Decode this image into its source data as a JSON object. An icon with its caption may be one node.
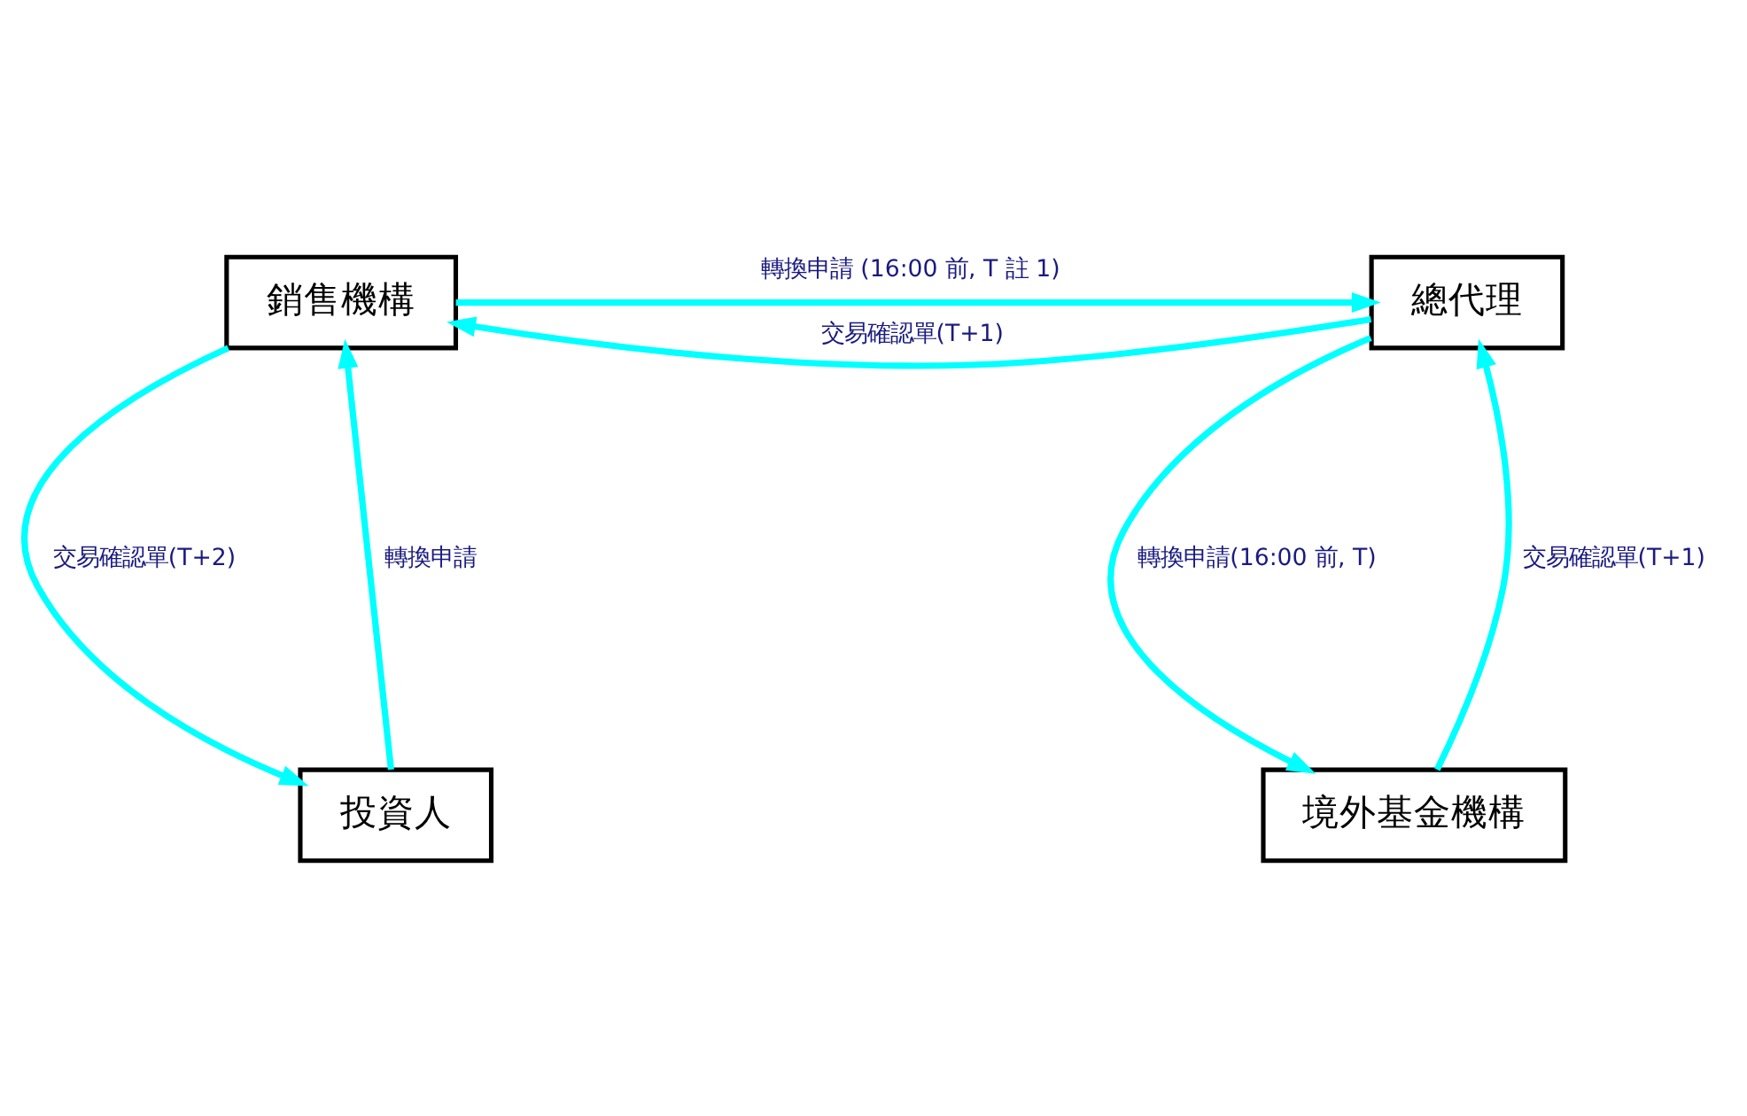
{
  "diagram": {
    "nodes": [
      {
        "text": [
          "銷售機構"
        ]
      },
      {
        "text": [
          "總代理"
        ]
      },
      {
        "text": [
          "投資人"
        ]
      },
      {
        "text": [
          "境外基金機構"
        ]
      }
    ],
    "edges": [
      {
        "from": 0,
        "to": 1,
        "arrow": "to",
        "label": "轉換申請 (16:00 前, T 註 1)"
      },
      {
        "from": 1,
        "to": 0,
        "arrow": "to",
        "label": "交易確認單(T+1)"
      },
      {
        "from": 2,
        "to": 0,
        "arrow": "to",
        "label": "轉換申請"
      },
      {
        "from": 0,
        "to": 2,
        "arrow": "to",
        "label": "交易確認單(T+2)"
      },
      {
        "from": 1,
        "to": 3,
        "arrow": "to",
        "label": "轉換申請(16:00 前, T)"
      },
      {
        "from": 3,
        "to": 1,
        "arrow": "to",
        "label": "交易確認單(T+1)"
      }
    ]
  }
}
